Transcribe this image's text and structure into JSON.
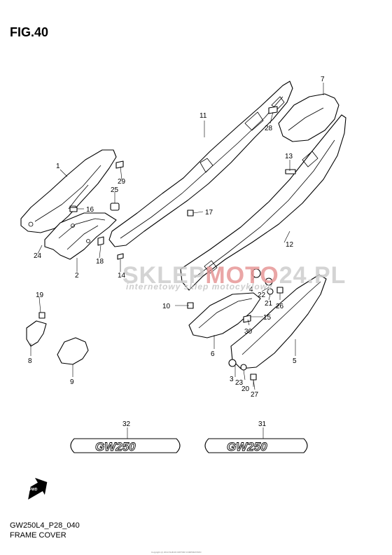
{
  "figure": {
    "title": "FIG.40",
    "code": "GW250L4_P28_040",
    "subtitle": "FRAME COVER",
    "copyright": "Copyright (c) 2014 SUZUKI MOTOR CORPORATION"
  },
  "watermark": {
    "main_gray_1": "SKLEP",
    "main_red": "MOTO",
    "main_gray_2": "24.PL",
    "sub": "internetowy sklep motocyklowy"
  },
  "decals": {
    "left_text": "GW250",
    "right_text": "GW250"
  },
  "fwd_icon_label": "FWD",
  "callouts": {
    "c1": "1",
    "c2": "2",
    "c3": "3",
    "c4": "4",
    "c5": "5",
    "c6": "6",
    "c7": "7",
    "c8": "8",
    "c9": "9",
    "c10": "10",
    "c11": "11",
    "c12": "12",
    "c13": "13",
    "c14": "14",
    "c15": "15",
    "c16": "16",
    "c17": "17",
    "c18": "18",
    "c19": "19",
    "c20": "20",
    "c21": "21",
    "c22": "22",
    "c23": "23",
    "c24": "24",
    "c25": "25",
    "c26": "26",
    "c27": "27",
    "c28": "28",
    "c29": "29",
    "c30": "30",
    "c31": "31",
    "c32": "32"
  }
}
